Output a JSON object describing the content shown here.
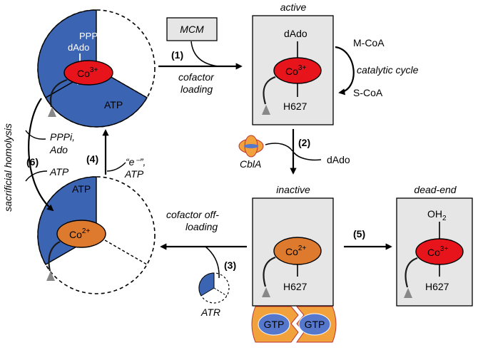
{
  "colors": {
    "atr_blue": "#3b64b3",
    "cobalt_red": "#e8141b",
    "cobalt_orange": "#dd7a2e",
    "box_gray": "#e6e6e6",
    "gtp_blue": "#5577cc",
    "cbla_orange": "#f2a23c"
  },
  "states": {
    "active": "active",
    "inactive": "inactive",
    "dead_end": "dead-end"
  },
  "mcm_label": "MCM",
  "steps": {
    "s1_num": "1",
    "s1_line1": "cofactor",
    "s1_line2": "loading",
    "s2_num": "2",
    "s2_cbla": "CblA",
    "s2_product": "dAdo",
    "s3_num": "3",
    "s3_line1": "cofactor off-",
    "s3_line2": "loading",
    "s3_atr": "ATR",
    "s4_num": "4",
    "s4_line1": "“e⁻”,",
    "s4_line2": "ATP",
    "s5_num": "5",
    "s6_num": "6",
    "s6_out1": "PPPi,",
    "s6_out2": "Ado",
    "s6_in": "ATP",
    "s6_side": "sacrificial homolysis"
  },
  "catalysis": {
    "substrate": "M-CoA",
    "label": "catalytic cycle",
    "product": "S-CoA"
  },
  "atr_top": {
    "pppi": "PPPi",
    "dado": "dAdo",
    "co_base": "Co",
    "co_charge": "3+",
    "atp": "ATP"
  },
  "atr_bottom": {
    "atp": "ATP",
    "co_base": "Co",
    "co_charge": "2+"
  },
  "active_box": {
    "upper": "dAdo",
    "co_base": "Co",
    "co_charge": "3+",
    "lower": "H627"
  },
  "inactive_box": {
    "co_base": "Co",
    "co_charge": "2+",
    "lower": "H627",
    "gtp_left": "GTP",
    "gtp_right": "GTP"
  },
  "deadend_box": {
    "upper_base": "OH",
    "upper_sub": "2",
    "co_base": "Co",
    "co_charge": "3+",
    "lower": "H627"
  }
}
